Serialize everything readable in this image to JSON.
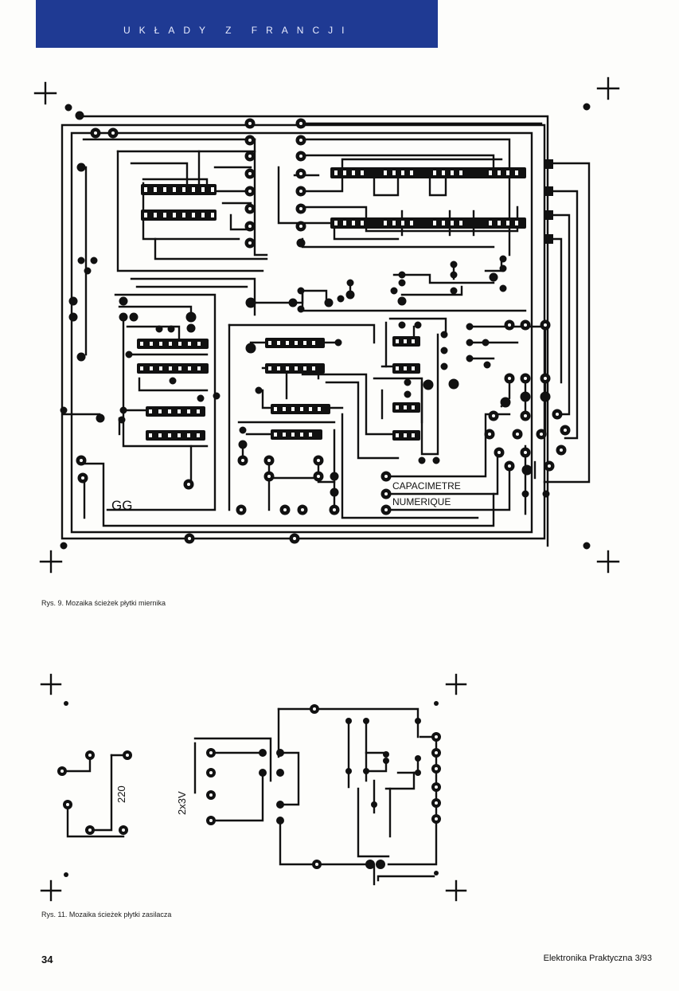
{
  "header": {
    "title": "UKŁADY Z FRANCJI",
    "band_color": "#1f3a93"
  },
  "figure1": {
    "caption": "Rys. 9. Mozaika ścieżek płytki miernika",
    "board_labels": {
      "gg": "GG",
      "line1": "CAPACIMETRE",
      "line2": "NUMERIQUE"
    }
  },
  "figure2": {
    "caption": "Rys. 11. Mozaika ścieżek płytki zasilacza",
    "labels": {
      "voltage_in": "220",
      "voltage_out": "2x3V"
    }
  },
  "footer": {
    "page_number": "34",
    "magazine": "Elektronika Praktyczna 3/93"
  }
}
